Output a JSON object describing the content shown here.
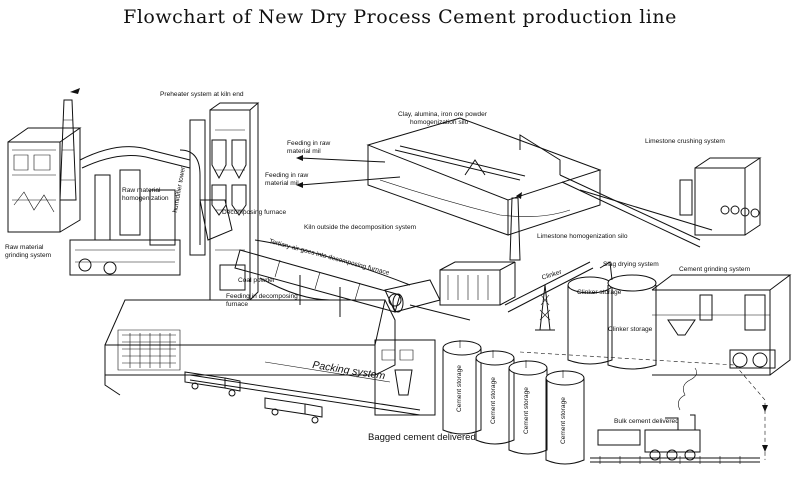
{
  "title": "Flowchart of New Dry Process Cement production line",
  "labels": {
    "preheater": "Preheater system at kiln end",
    "clay_silo_1": "Clay, alumina, iron ore powder",
    "clay_silo_2": "homogenization silo",
    "feed_mill_a1": "Feeding in raw",
    "feed_mill_a2": "material mil",
    "feed_mill_b1": "Feeding in raw",
    "feed_mill_b2": "material mil",
    "limestone_crushing": "Limestone crushing system",
    "raw_homog_1": "Raw material",
    "raw_homog_2": "homogenization",
    "humidifier": "humidifier tower",
    "decomposing_furnace": "Decomposing furnace",
    "raw_grinding_1": "Raw material",
    "raw_grinding_2": "grinding system",
    "kiln_outside": "Kiln outside the decomposition system",
    "tertiary_air": "Tertiary air goes into decomposing furnace",
    "limestone_homog": "Limestone homogenization silo",
    "coal_powder": "Coal powder",
    "feed_furnace_1": "Feeding in decomposing",
    "feed_furnace_2": "furnace",
    "clinker": "Clinker",
    "slag_drying": "Slag drying system",
    "cement_grinding": "Cement grinding system",
    "clinker_storage_1": "Clinker storage",
    "clinker_storage_2": "Clinker storage",
    "packing_system": "Packing system",
    "cement_storage_1": "Cement storage",
    "cement_storage_2": "Cement storage",
    "cement_storage_3": "Cement storage",
    "cement_storage_4": "Cement storage",
    "bulk_cement": "Bulk cement delivered",
    "bagged_cement": "Bagged cement delivered"
  },
  "colors": {
    "line": "#111111",
    "background": "#ffffff"
  }
}
